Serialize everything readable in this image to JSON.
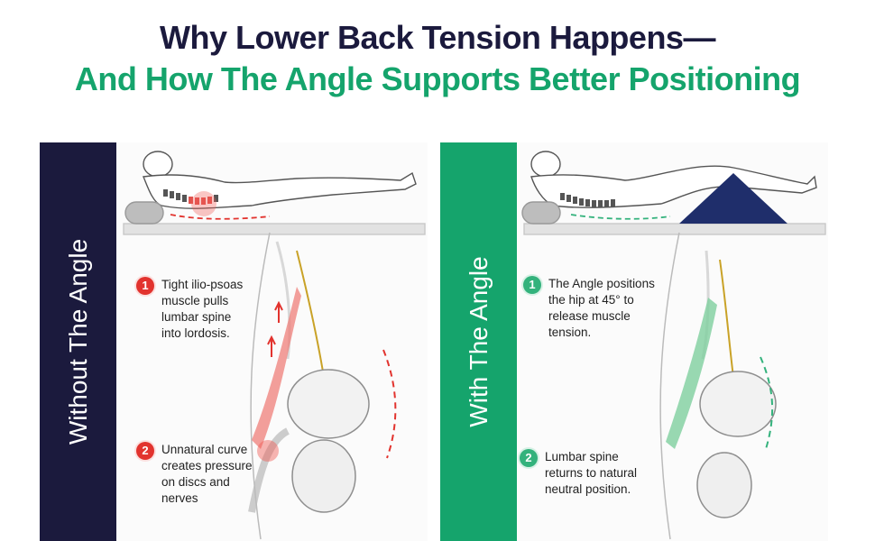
{
  "headline": {
    "line1": "Why Lower Back Tension Happens—",
    "line2": "And How The Angle Supports Better Positioning"
  },
  "colors": {
    "navy": "#1b1a3d",
    "green": "#15a46c",
    "red": "#e2332e",
    "wedge": "#1f2e6b"
  },
  "left_panel": {
    "label": "Without The Angle",
    "callouts": [
      {
        "number": "1",
        "lines": [
          "Tight ilio-psoas",
          "muscle pulls",
          "lumbar spine",
          "into lordosis."
        ]
      },
      {
        "number": "2",
        "lines": [
          "Unnatural curve",
          "creates pressure",
          "on discs and",
          "nerves"
        ]
      }
    ]
  },
  "right_panel": {
    "label": "With The Angle",
    "callouts": [
      {
        "number": "1",
        "lines": [
          "The Angle positions",
          "the hip at 45° to",
          "release muscle",
          "tension."
        ]
      },
      {
        "number": "2",
        "lines": [
          "Lumbar spine",
          "returns to natural",
          "neutral position."
        ]
      }
    ]
  }
}
